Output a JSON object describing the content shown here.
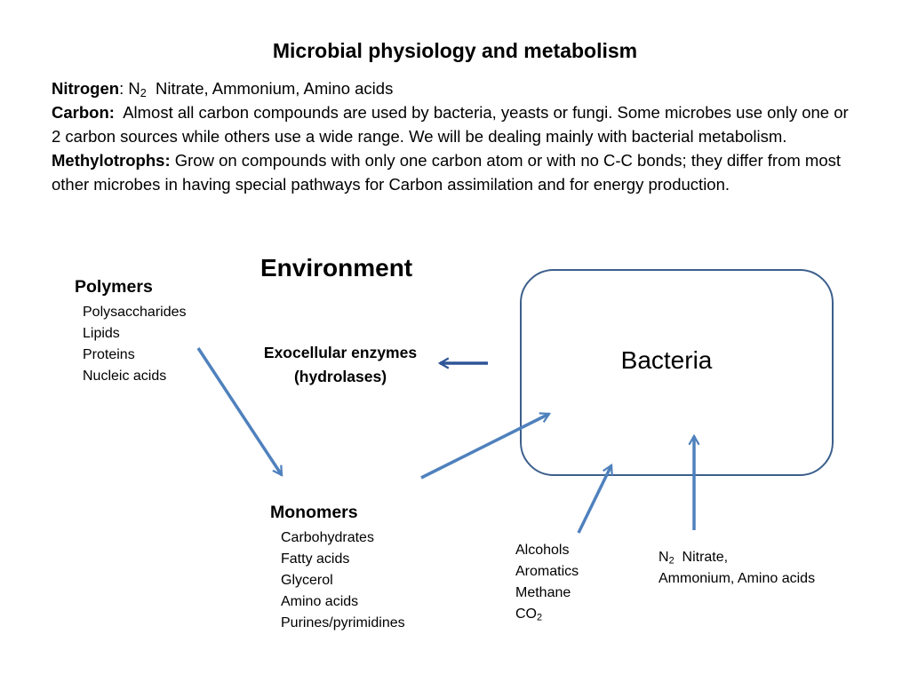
{
  "title": "Microbial physiology and metabolism",
  "intro": {
    "nitrogen_label": "Nitrogen",
    "nitrogen_n": "N",
    "nitrogen_sub": "2",
    "nitrogen_rest": "Nitrate,  Ammonium, Amino acids",
    "carbon_label": "Carbon:",
    "carbon_text": "Almost all carbon compounds are used by bacteria, yeasts or fungi. Some microbes use only one or 2 carbon sources while others use a wide range. We will be dealing mainly with bacterial metabolism.",
    "methylo_label": "Methylotrophs:",
    "methylo_text": "Grow on compounds with only one carbon atom or with no C-C bonds; they differ from most other microbes in having special pathways for Carbon assimilation and for energy production."
  },
  "environment_label": "Environment",
  "polymers": {
    "heading": "Polymers",
    "items": [
      "Polysaccharides",
      "Lipids",
      "Proteins",
      "Nucleic acids"
    ]
  },
  "enzymes": {
    "line1": "Exocellular enzymes",
    "line2": "(hydrolases)"
  },
  "monomers": {
    "heading": "Monomers",
    "items": [
      "Carbohydrates",
      "Fatty acids",
      "Glycerol",
      "Amino acids",
      "Purines/pyrimidines"
    ]
  },
  "bacteria_label": "Bacteria",
  "carbon_sources": {
    "items": [
      "Alcohols",
      "Aromatics",
      "Methane"
    ],
    "co2_main": "CO",
    "co2_sub": "2"
  },
  "nitrogen_sources": {
    "n2_main": "N",
    "n2_sub": "2",
    "line1_rest": "Nitrate,",
    "line2": "Ammonium, Amino acids"
  },
  "colors": {
    "arrow": "#4f81bd",
    "arrow_dark": "#2f5597",
    "box_border": "#3c5f8c"
  }
}
